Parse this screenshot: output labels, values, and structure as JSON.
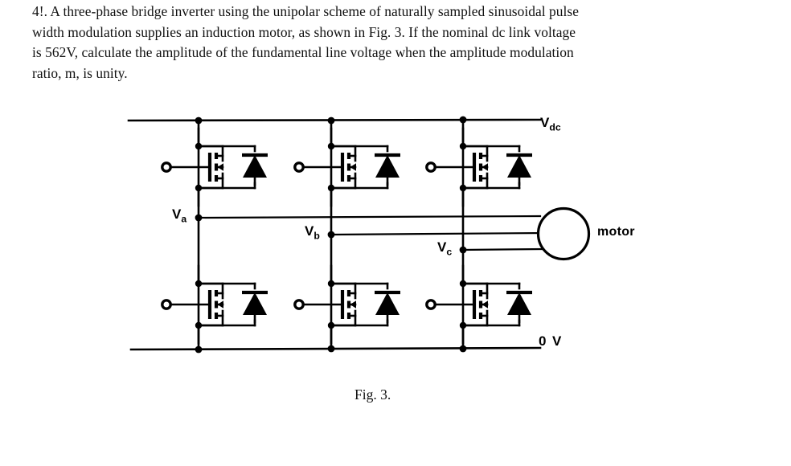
{
  "document": {
    "question": {
      "number": "4!.",
      "lines": [
        "4!. A three-phase bridge inverter using the unipolar scheme of naturally sampled sinusoidal pulse",
        "width modulation supplies an induction motor, as shown in Fig. 3.  If the nominal dc link voltage",
        "is 562V, calculate the amplitude of the fundamental line voltage when the amplitude modulation",
        "ratio, m, is unity."
      ],
      "full_text": "4!. A three-phase bridge inverter using the unipolar scheme of naturally sampled sinusoidal pulse width modulation supplies an induction motor, as shown in Fig. 3. If the nominal dc link voltage is 562V, calculate the amplitude of the fundamental line voltage when the amplitude modulation ratio, m, is unity.",
      "dc_link_voltage": "562V",
      "modulation_ratio": "m",
      "modulation_ratio_value": "unity"
    },
    "figure": {
      "caption": "Fig. 3.",
      "title_reference": "Fig. 3.",
      "labels": {
        "dc_rail": {
          "base": "V",
          "sub": "dc"
        },
        "ground_rail": "0 V",
        "motor": "motor",
        "phase_a": {
          "base": "V",
          "sub": "a"
        },
        "phase_b": {
          "base": "V",
          "sub": "b"
        },
        "phase_c": {
          "base": "V",
          "sub": "c"
        }
      },
      "topology": {
        "type": "three-phase-bridge-inverter",
        "legs": 3,
        "switches_per_leg": 2,
        "switch_type": "MOSFET with anti-parallel diode",
        "load": "induction motor"
      },
      "colors": {
        "ink": "#000000",
        "paper": "#ffffff"
      }
    }
  }
}
